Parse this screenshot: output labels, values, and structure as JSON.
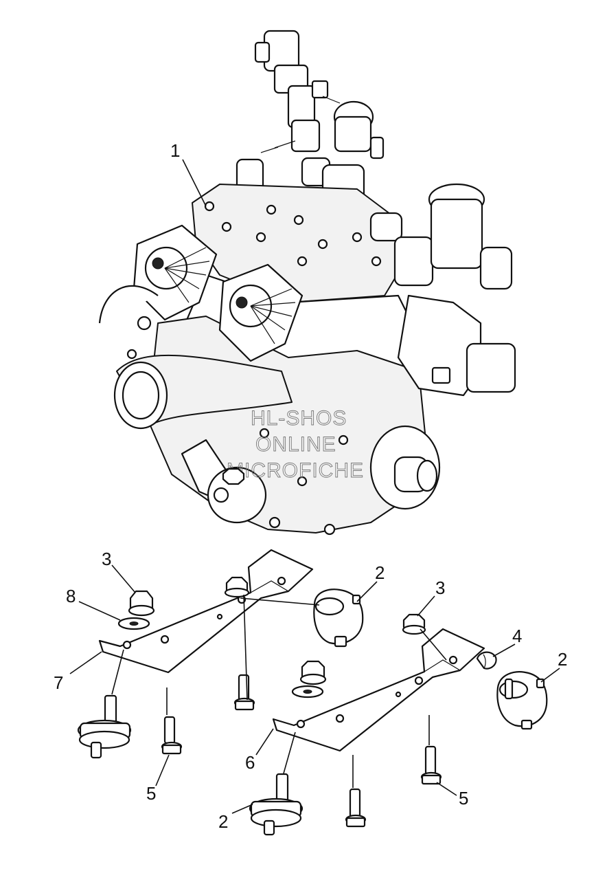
{
  "callouts": [
    {
      "id": "c1",
      "label": "1"
    },
    {
      "id": "c2a",
      "label": "2"
    },
    {
      "id": "c2b",
      "label": "2"
    },
    {
      "id": "c2c",
      "label": "2"
    },
    {
      "id": "c3a",
      "label": "3"
    },
    {
      "id": "c3b",
      "label": "3"
    },
    {
      "id": "c4",
      "label": "4"
    },
    {
      "id": "c5a",
      "label": "5"
    },
    {
      "id": "c5b",
      "label": "5"
    },
    {
      "id": "c6",
      "label": "6"
    },
    {
      "id": "c7",
      "label": "7"
    },
    {
      "id": "c8",
      "label": "8"
    }
  ],
  "watermark": {
    "line1": "HL-SHOS",
    "line2": "ONLINE",
    "line3": "MICROFICHE"
  }
}
